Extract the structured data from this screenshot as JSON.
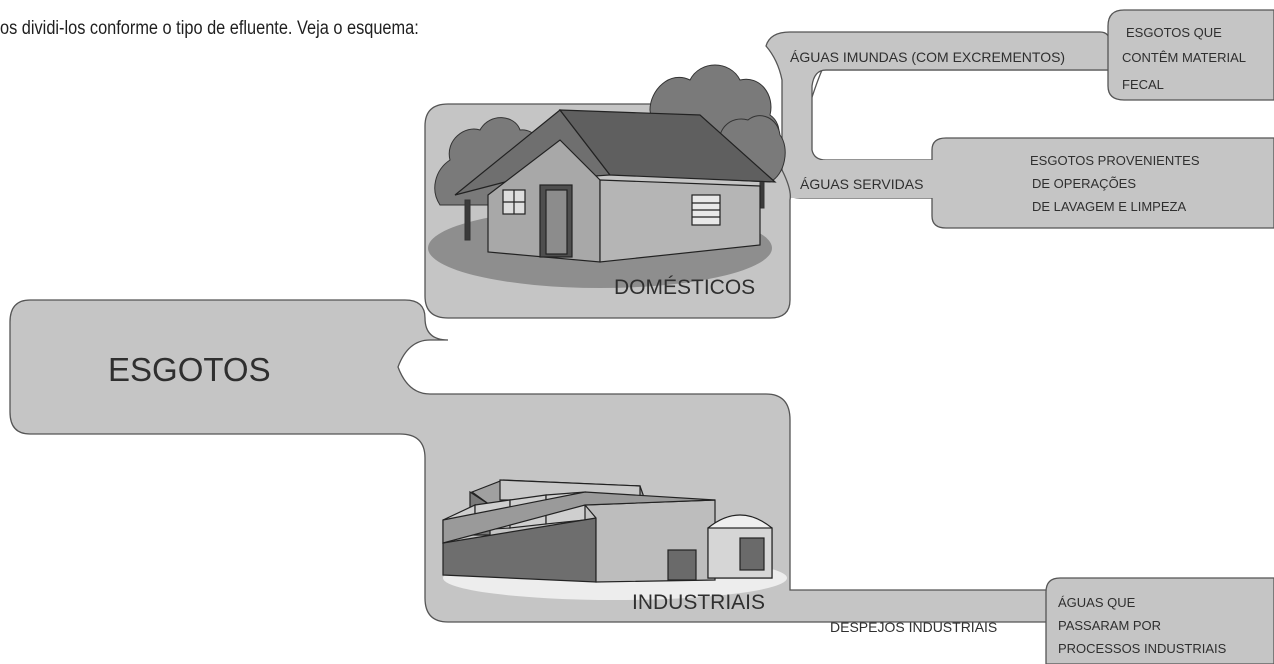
{
  "intro_text": "os dividi-los conforme o tipo de efluente. Veja o esquema:",
  "root": {
    "label": "ESGOTOS"
  },
  "domesticos": {
    "label": "DOMÉSTICOS",
    "branches": [
      {
        "label": "ÁGUAS IMUNDAS (COM EXCREMENTOS)",
        "description": [
          "ESGOTOS QUE",
          "CONTÊM MATERIAL",
          "FECAL"
        ]
      },
      {
        "label": "ÁGUAS SERVIDAS",
        "description": [
          "ESGOTOS PROVENIENTES",
          "DE OPERAÇÕES",
          "DE LAVAGEM E LIMPEZA"
        ]
      }
    ]
  },
  "industriais": {
    "label": "INDUSTRIAIS",
    "branches": [
      {
        "label": "DESPEJOS INDUSTRIAIS",
        "description": [
          "ÁGUAS QUE",
          "PASSARAM POR",
          "PROCESSOS INDUSTRIAIS"
        ]
      }
    ]
  },
  "colors": {
    "box_fill": "#c5c5c5",
    "stroke": "#555555",
    "text": "#2f2f2f",
    "illustration": "#7f7f7f"
  }
}
